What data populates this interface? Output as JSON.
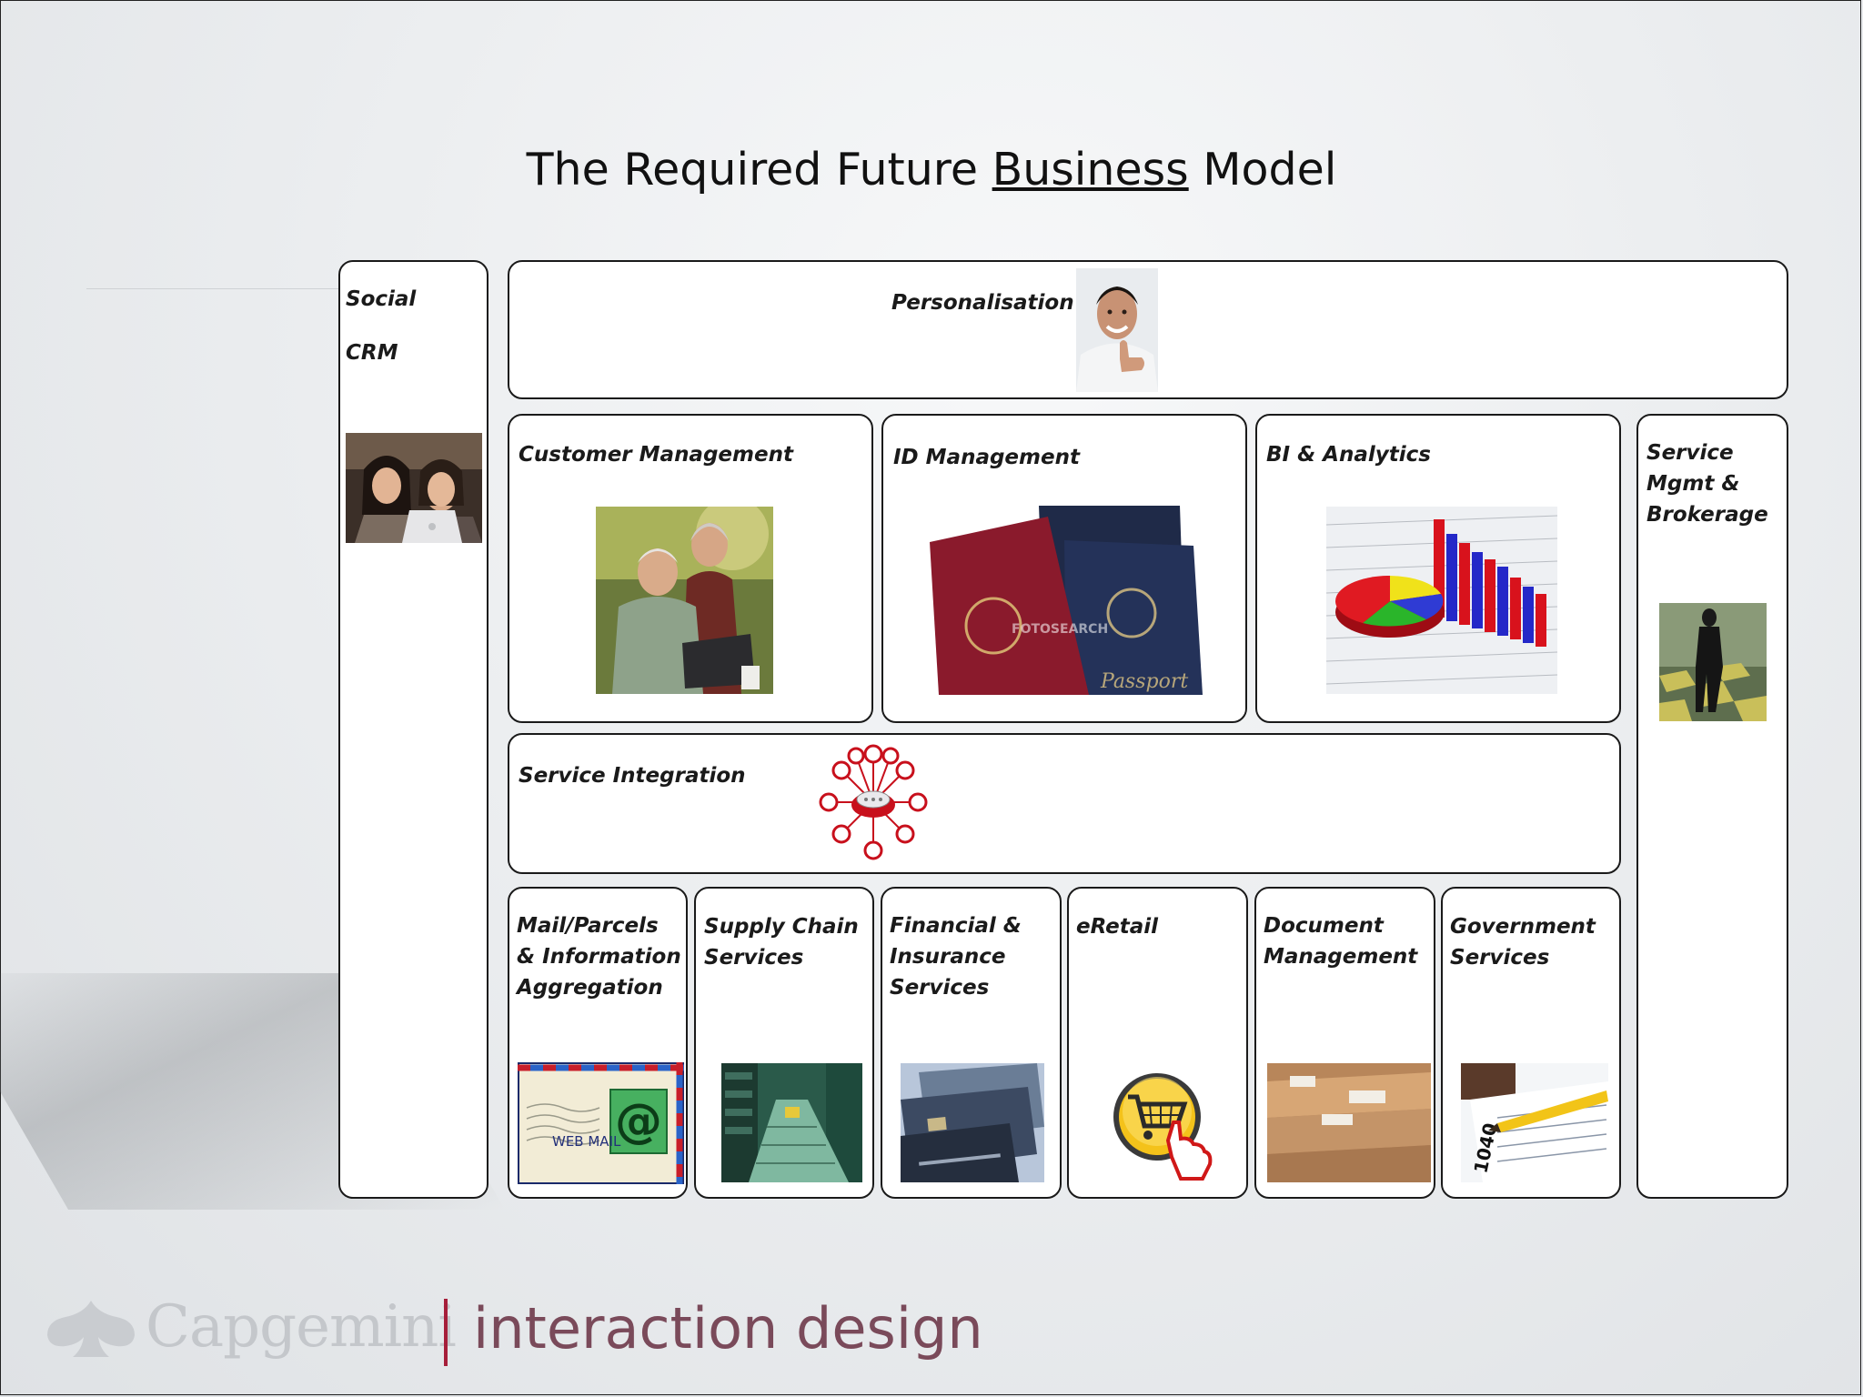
{
  "title": {
    "before": "The Required Future ",
    "underlined": "Business",
    "after": " Model"
  },
  "boxes": {
    "social_crm": {
      "line1": "Social",
      "line2": "CRM"
    },
    "personalisation": "Personalisation",
    "customer_management": "Customer Management",
    "id_management": "ID Management",
    "bi_analytics": "BI & Analytics",
    "service_mgmt": "Service\nMgmt &\nBrokerage",
    "service_integration": "Service Integration",
    "mail": "Mail/Parcels\n& Information\nAggregation",
    "supply_chain": "Supply Chain\nServices",
    "financial": "Financial &\nInsurance\nServices",
    "eretail": "eRetail",
    "document": "Document\nManagement",
    "government": "Government\nServices"
  },
  "image_text": {
    "webmail": "WEB MAIL",
    "watermark": "FOTOSEARCH",
    "passport": "Passport",
    "tax_form": "1040"
  },
  "footer": {
    "brand": "Capgemini",
    "sub": "interaction design"
  },
  "colors": {
    "accent": "#a61e3a",
    "border": "#1a1a1a"
  }
}
